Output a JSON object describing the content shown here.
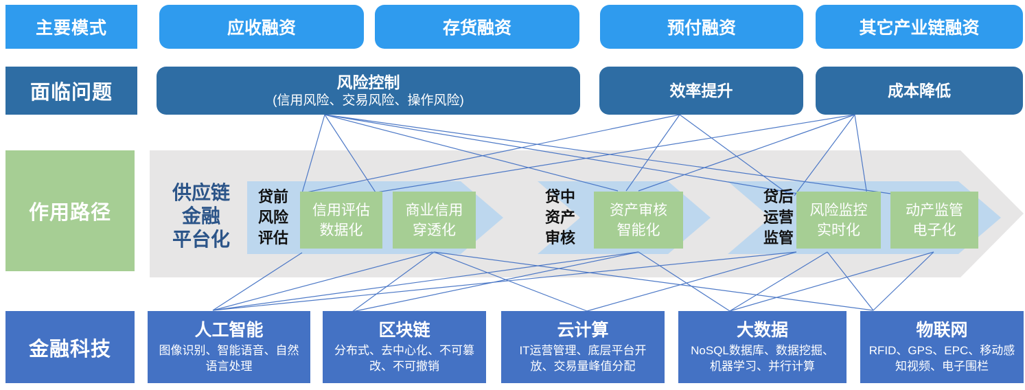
{
  "colors": {
    "model_blue": "#2f9bee",
    "problem_blue": "#2e6da4",
    "fintech_blue": "#4472c4",
    "green": "#a6ce94",
    "band_gray": "#e7e6e6",
    "chevron_blue": "#bdd7ee",
    "platform_text_blue": "#2b5488",
    "connector_blue": "#4472c4"
  },
  "models": {
    "label": "主要模式",
    "items": [
      "应收融资",
      "存货融资",
      "预付融资",
      "其它产业链融资"
    ]
  },
  "problems": {
    "label": "面临问题",
    "items": [
      {
        "title": "风险控制",
        "subtitle": "(信用风险、交易风险、操作风险)"
      },
      {
        "title": "效率提升"
      },
      {
        "title": "成本降低"
      }
    ]
  },
  "path": {
    "label": "作用路径",
    "platform": "供应链\n金融\n平台化",
    "phases": [
      "贷前\n风险\n评估",
      "贷中\n资产\n审核",
      "贷后\n运营\n监管"
    ],
    "capabilities": [
      "信用评估\n数据化",
      "商业信用\n穿透化",
      "资产审核\n智能化",
      "风险监控\n实时化",
      "动产监管\n电子化"
    ]
  },
  "fintech": {
    "label": "金融科技",
    "items": [
      {
        "title": "人工智能",
        "subtitle": "图像识别、智能语音、自然语言处理"
      },
      {
        "title": "区块链",
        "subtitle": "分布式、去中心化、不可篡改、不可撤销"
      },
      {
        "title": "云计算",
        "subtitle": "IT运营管理、底层平台开放、交易量峰值分配"
      },
      {
        "title": "大数据",
        "subtitle": "NoSQL数据库、数据挖掘、机器学习、并行计算"
      },
      {
        "title": "物联网",
        "subtitle": "RFID、GPS、EPC、移动感知视频、电子围栏"
      }
    ]
  }
}
